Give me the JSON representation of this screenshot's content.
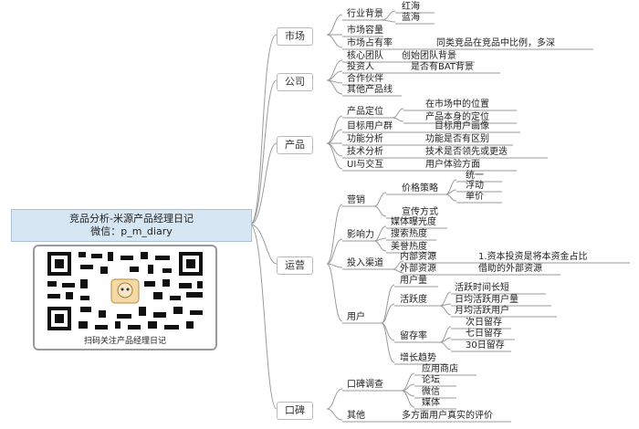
{
  "root": {
    "title": "竞品分析-米源产品经理日记",
    "wechat": "微信：p_m_diary",
    "qr_caption": "扫码关注产品经理日记"
  },
  "colors": {
    "line": "#9a9a9a",
    "root_bg": "#d6e6f3",
    "root_border": "#a9c3dd"
  },
  "categories": {
    "market": "市场",
    "company": "公司",
    "product": "产品",
    "operation": "运营",
    "result": "口碑"
  },
  "market": {
    "industry": "行业背景",
    "red_sea": "红海",
    "blue_sea": "蓝海",
    "market_size": "市场容量",
    "own_position": "市场占有率",
    "own_position_note": "同类竞品在竞品中比例，多深"
  },
  "company": {
    "core_team": "核心团队",
    "team_note": "创始团队背景",
    "investors": "投资人",
    "investors_note": "是否有BAT背景",
    "partners": "合作伙伴",
    "other_products": "其他产品线"
  },
  "product": {
    "positioning": "产品定位",
    "positioning_a": "在市场中的位置",
    "positioning_b": "产品本身的定位",
    "target_users": "目标用户群",
    "target_users_note": "目标用户画像",
    "function": "功能分析",
    "function_note": "功能是否有区别",
    "tech": "技术分析",
    "tech_note": "技术是否领先或更迭",
    "ui": "UI与交互",
    "ui_note": "用户体验方面"
  },
  "operation": {
    "marketing": "营销",
    "pricing": "价格策略",
    "p1": "统一",
    "p2": "浮动",
    "p3": "单价",
    "channel": "宣传方式",
    "influence": "影响力",
    "media": "媒体曝光度",
    "search": "搜索热度",
    "reputation": "美誉热度",
    "sources": "投入渠道",
    "inner": "内部资源",
    "inner_note": "1.资本投资是将本资金占比",
    "outer": "外部资源",
    "outer_note": "借助的外部资源",
    "users": "用户",
    "user_count": "用户量",
    "active": "活跃度",
    "active_a": "活跃时间长短",
    "active_b": "日均活跃用户量",
    "active_c": "月均活跃用户",
    "retention": "留存率",
    "ret_a": "次日留存",
    "ret_b": "七日留存",
    "ret_c": "30日留存",
    "trend": "增长趋势"
  },
  "result": {
    "word": "口碑调查",
    "w1": "应用商店",
    "w2": "论坛",
    "w3": "微信",
    "w4": "媒体",
    "other": "其他",
    "other_note": "多方面用户真实的评价"
  }
}
